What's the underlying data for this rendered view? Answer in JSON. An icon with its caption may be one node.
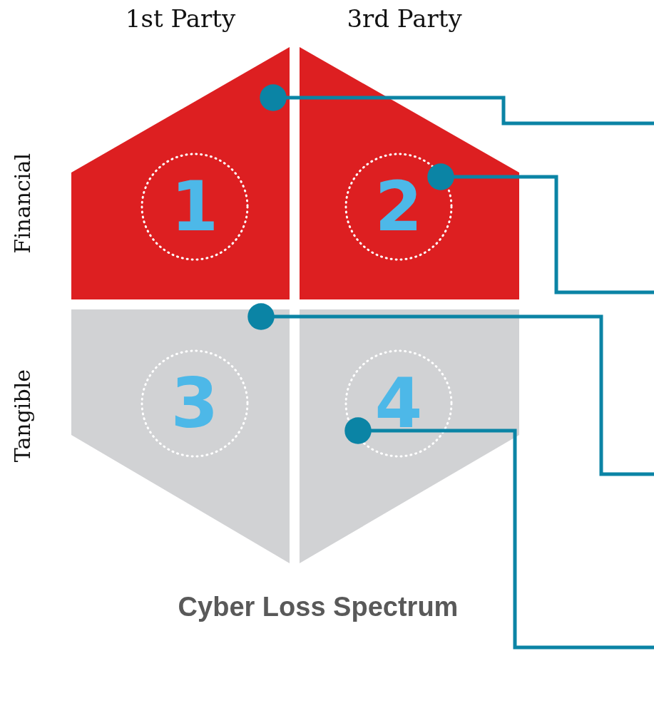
{
  "diagram": {
    "caption": "Cyber Loss Spectrum",
    "nodes": [
      {
        "text": [
          "1"
        ]
      },
      {
        "text": [
          "2"
        ]
      },
      {
        "text": [
          "3"
        ]
      },
      {
        "text": [
          "4"
        ]
      }
    ],
    "edges": [
      {
        "from": 0,
        "to": null,
        "arrow": "other"
      },
      {
        "from": 1,
        "to": null,
        "arrow": "other"
      },
      {
        "from": 2,
        "to": null,
        "arrow": "other"
      },
      {
        "from": 3,
        "to": null,
        "arrow": "other"
      }
    ],
    "labels": [
      "1st Party",
      "3rd Party",
      "Financial",
      "Tangible"
    ]
  }
}
